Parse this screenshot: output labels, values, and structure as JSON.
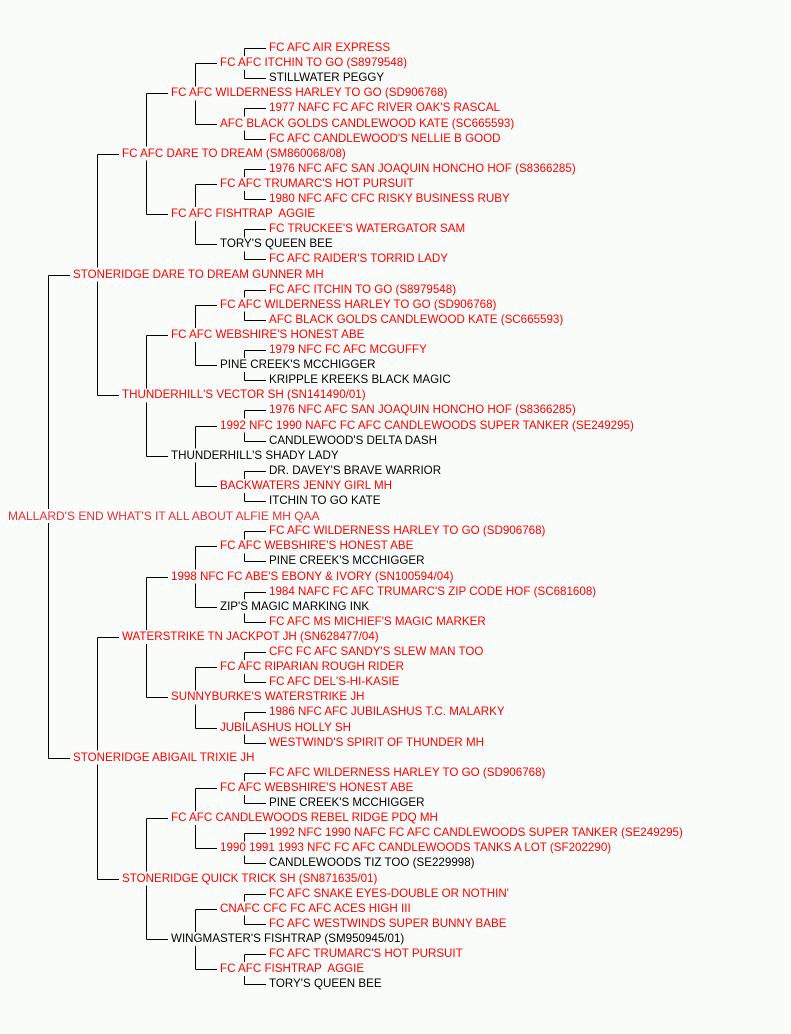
{
  "colors": {
    "titled": "#ff0000",
    "plain": "#000000",
    "subject": "#e8303a"
  },
  "pedigree": {
    "subject": "MALLARD'S END WHAT'S IT ALL ABOUT ALFIE MH QAA",
    "nodes": [
      {
        "name": "FC AFC AIR EXPRESS",
        "titled": true
      },
      {
        "name": "FC AFC ITCHIN TO GO (S8979548)",
        "titled": true
      },
      {
        "name": "STILLWATER PEGGY",
        "titled": false
      },
      {
        "name": "FC AFC WILDERNESS HARLEY TO GO (SD906768)",
        "titled": true
      },
      {
        "name": "1977 NAFC FC AFC RIVER OAK'S RASCAL",
        "titled": true
      },
      {
        "name": "AFC BLACK GOLDS CANDLEWOOD KATE (SC665593)",
        "titled": true
      },
      {
        "name": "FC AFC CANDLEWOOD'S NELLIE B GOOD",
        "titled": true
      },
      {
        "name": "FC AFC DARE TO DREAM (SM860068/08)",
        "titled": true
      },
      {
        "name": "1976 NFC AFC SAN JOAQUIN HONCHO HOF (S8366285)",
        "titled": true
      },
      {
        "name": "FC AFC TRUMARC'S HOT PURSUIT",
        "titled": true
      },
      {
        "name": "1980 NFC AFC CFC RISKY BUSINESS RUBY",
        "titled": true
      },
      {
        "name": "FC AFC FISHTRAP  AGGIE",
        "titled": true
      },
      {
        "name": "FC TRUCKEE'S WATERGATOR SAM",
        "titled": true
      },
      {
        "name": "TORY'S QUEEN BEE",
        "titled": false
      },
      {
        "name": "FC AFC RAIDER'S TORRID LADY",
        "titled": true
      },
      {
        "name": "STONERIDGE DARE TO DREAM GUNNER MH",
        "titled": true
      },
      {
        "name": "FC AFC ITCHIN TO GO (S8979548)",
        "titled": true
      },
      {
        "name": "FC AFC WILDERNESS HARLEY TO GO (SD906768)",
        "titled": true
      },
      {
        "name": "AFC BLACK GOLDS CANDLEWOOD KATE (SC665593)",
        "titled": true
      },
      {
        "name": "FC AFC WEBSHIRE'S HONEST ABE",
        "titled": true
      },
      {
        "name": "1979 NFC FC AFC MCGUFFY",
        "titled": true
      },
      {
        "name": "PINE CREEK'S MCCHIGGER",
        "titled": false
      },
      {
        "name": "KRIPPLE KREEKS BLACK MAGIC",
        "titled": false
      },
      {
        "name": "THUNDERHILL'S VECTOR SH (SN141490/01)",
        "titled": true
      },
      {
        "name": "1976 NFC AFC SAN JOAQUIN HONCHO HOF (S8366285)",
        "titled": true
      },
      {
        "name": "1992 NFC 1990 NAFC FC AFC CANDLEWOODS SUPER TANKER (SE249295)",
        "titled": true
      },
      {
        "name": "CANDLEWOOD'S DELTA DASH",
        "titled": false
      },
      {
        "name": "THUNDERHILL'S SHADY LADY",
        "titled": false
      },
      {
        "name": "DR. DAVEY'S BRAVE WARRIOR",
        "titled": false
      },
      {
        "name": "BACKWATERS JENNY GIRL MH",
        "titled": true
      },
      {
        "name": "ITCHIN TO GO KATE",
        "titled": false
      },
      {
        "name": "MALLARD'S END WHAT'S IT ALL ABOUT ALFIE MH QAA",
        "titled": true,
        "subject": true
      },
      {
        "name": "FC AFC WILDERNESS HARLEY TO GO (SD906768)",
        "titled": true
      },
      {
        "name": "FC AFC WEBSHIRE'S HONEST ABE",
        "titled": true
      },
      {
        "name": "PINE CREEK'S MCCHIGGER",
        "titled": false
      },
      {
        "name": "1998 NFC FC ABE'S EBONY & IVORY (SN100594/04)",
        "titled": true
      },
      {
        "name": "1984 NAFC FC AFC TRUMARC'S ZIP CODE HOF (SC681608)",
        "titled": true
      },
      {
        "name": "ZIP'S MAGIC MARKING INK",
        "titled": false
      },
      {
        "name": "FC AFC MS MICHIEF'S MAGIC MARKER",
        "titled": true
      },
      {
        "name": "WATERSTRIKE TN JACKPOT JH (SN628477/04)",
        "titled": true
      },
      {
        "name": "CFC FC AFC SANDY'S SLEW MAN TOO",
        "titled": true
      },
      {
        "name": "FC AFC RIPARIAN ROUGH RIDER",
        "titled": true
      },
      {
        "name": "FC AFC DEL'S-HI-KASIE",
        "titled": true
      },
      {
        "name": "SUNNYBURKE'S WATERSTRIKE JH",
        "titled": true
      },
      {
        "name": "1986 NFC AFC JUBILASHUS T.C. MALARKY",
        "titled": true
      },
      {
        "name": "JUBILASHUS HOLLY SH",
        "titled": true
      },
      {
        "name": "WESTWIND'S SPIRIT OF THUNDER MH",
        "titled": true
      },
      {
        "name": "STONERIDGE ABIGAIL TRIXIE JH",
        "titled": true
      },
      {
        "name": "FC AFC WILDERNESS HARLEY TO GO (SD906768)",
        "titled": true
      },
      {
        "name": "FC AFC WEBSHIRE'S HONEST ABE",
        "titled": true
      },
      {
        "name": "PINE CREEK'S MCCHIGGER",
        "titled": false
      },
      {
        "name": "FC AFC CANDLEWOODS REBEL RIDGE PDQ MH",
        "titled": true
      },
      {
        "name": "1992 NFC 1990 NAFC FC AFC CANDLEWOODS SUPER TANKER (SE249295)",
        "titled": true
      },
      {
        "name": "1990 1991 1993 NFC FC AFC CANDLEWOODS TANKS A LOT (SF202290)",
        "titled": true
      },
      {
        "name": "CANDLEWOODS TIZ TOO (SE229998)",
        "titled": false
      },
      {
        "name": "STONERIDGE QUICK TRICK SH (SN871635/01)",
        "titled": true
      },
      {
        "name": "FC AFC SNAKE EYES-DOUBLE OR NOTHIN'",
        "titled": true
      },
      {
        "name": "CNAFC CFC FC AFC ACES HIGH III",
        "titled": true
      },
      {
        "name": "FC AFC WESTWINDS SUPER BUNNY BABE",
        "titled": true
      },
      {
        "name": "WINGMASTER'S FISHTRAP (SM950945/01)",
        "titled": false
      },
      {
        "name": "FC AFC TRUMARC'S HOT PURSUIT",
        "titled": true
      },
      {
        "name": "FC AFC FISHTRAP  AGGIE",
        "titled": true
      },
      {
        "name": "TORY'S QUEEN BEE",
        "titled": false
      }
    ]
  }
}
